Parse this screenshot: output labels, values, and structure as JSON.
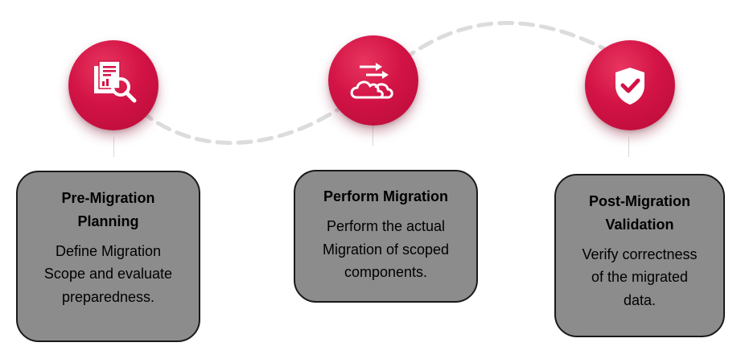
{
  "colors": {
    "accent": "#d21345",
    "card_fill": "#8c8c8c",
    "card_border": "#1a1a1a",
    "connector": "#d9d9d9"
  },
  "steps": [
    {
      "icon": "document-search-icon",
      "title": "Pre-Migration Planning",
      "description": "Define Migration Scope and  evaluate preparedness."
    },
    {
      "icon": "cloud-transfer-icon",
      "title": "Perform Migration",
      "description": "Perform the actual Migration of scoped components."
    },
    {
      "icon": "shield-check-icon",
      "title": "Post-Migration Validation",
      "description": "Verify correctness of the migrated data."
    }
  ]
}
